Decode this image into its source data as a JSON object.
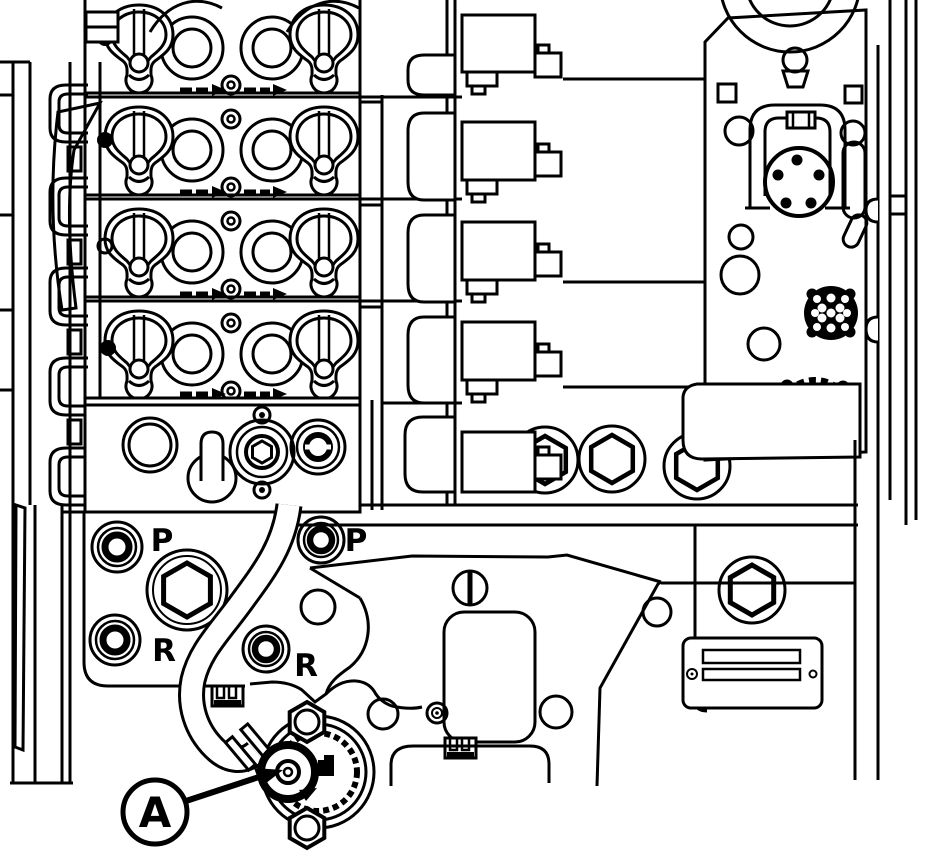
{
  "diagram": {
    "type": "technical-line-illustration",
    "subject": "hydraulic-control-valve-assembly-sensor-location",
    "colors": {
      "line": "#000000",
      "background": "#ffffff"
    },
    "labels": {
      "port_p_left": "P",
      "port_p_right": "P",
      "port_r_left": "R",
      "port_r_right": "R",
      "callout_a": "A"
    },
    "callouts": [
      {
        "id": "A",
        "target": "sensor-fitting"
      }
    ],
    "parts": [
      "valve-block",
      "valve-bore",
      "retainer-clip",
      "hose-guide-hook",
      "solenoid-valve",
      "solenoid-connector-tab",
      "mounting-plate",
      "electrical-connector",
      "bail-handle",
      "vent-screen",
      "knurled-ring",
      "hex-plug",
      "pressure-port",
      "return-port",
      "identification-plate",
      "hose",
      "hose-clamp",
      "sensor-fitting",
      "mounting-bracket",
      "keyhole-slot"
    ]
  }
}
